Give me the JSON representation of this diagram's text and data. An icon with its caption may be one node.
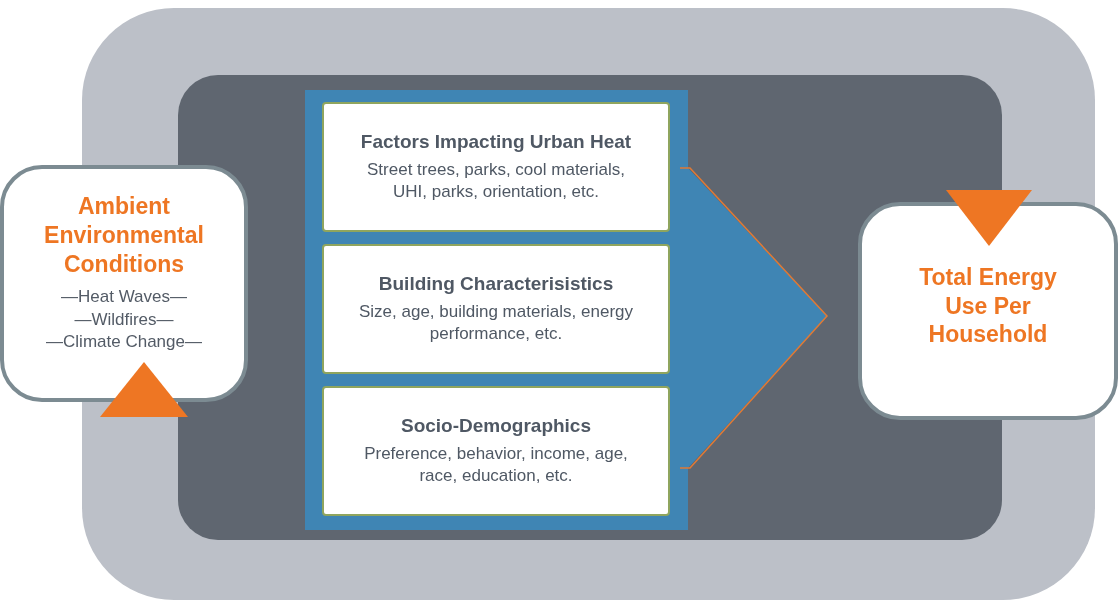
{
  "diagram": {
    "nodes": [
      {
        "text": [],
        "shape": "box"
      },
      {
        "text": [],
        "shape": "box",
        "in": 0
      },
      {
        "text": [],
        "shape": "chevron",
        "in": 1
      },
      {
        "text": [
          "Factors Impacting Urban Heat",
          "Street trees, parks, cool materials, UHI, parks, orientation, etc."
        ],
        "in": 2
      },
      {
        "text": [
          "Building Characterisistics",
          "Size, age, building materials, energy performance, etc."
        ],
        "in": 2
      },
      {
        "text": [
          "Socio-Demographics",
          "Preference, behavior, income, age, race, education, etc."
        ],
        "in": 2
      },
      {
        "text": [
          "Ambient Environmental Conditions",
          "—Heat Waves—",
          "—Wildfires—",
          "—Climate Change—"
        ]
      },
      {
        "text": [
          "Total Energy Use Per Household"
        ]
      },
      {
        "text": [],
        "shape": "triangle",
        "in": 0
      },
      {
        "text": [],
        "shape": "triangle",
        "in": 0
      }
    ]
  }
}
